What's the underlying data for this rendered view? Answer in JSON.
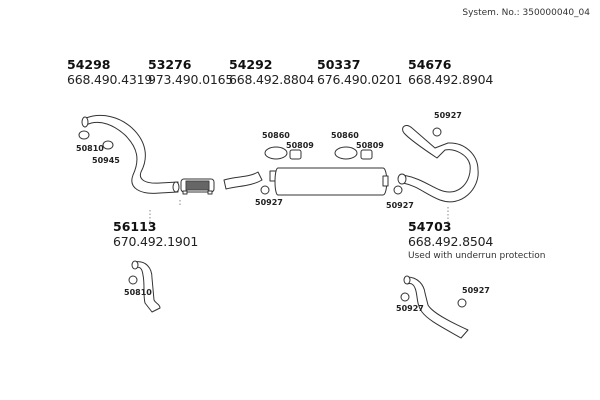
{
  "header": {
    "system_number": "System. No.: 350000040_04"
  },
  "parts": [
    {
      "part_number": "54298",
      "reference": "668.490.4319"
    },
    {
      "part_number": "53276",
      "reference": "973.490.0165"
    },
    {
      "part_number": "54292",
      "reference": "668.492.8804"
    },
    {
      "part_number": "50337",
      "reference": "676.490.0201"
    },
    {
      "part_number": "54676",
      "reference": "668.492.8904"
    },
    {
      "part_number": "56113",
      "reference": "670.492.1901"
    },
    {
      "part_number": "54703",
      "reference": "668.492.8504",
      "note": "Used with underrun protection"
    }
  ],
  "callouts": {
    "c_50810_a": "50810",
    "c_50945": "50945",
    "c_50860_a": "50860",
    "c_50809_a": "50809",
    "c_50860_b": "50860",
    "c_50809_b": "50809",
    "c_50927_top": "50927",
    "c_50927_left": "50927",
    "c_50927_right": "50927",
    "c_50810_b": "50810",
    "c_50927_lower_a": "50927",
    "c_50927_lower_b": "50927"
  },
  "colors": {
    "line": "#333333",
    "fill": "#ffffff",
    "flex": "#555555"
  }
}
